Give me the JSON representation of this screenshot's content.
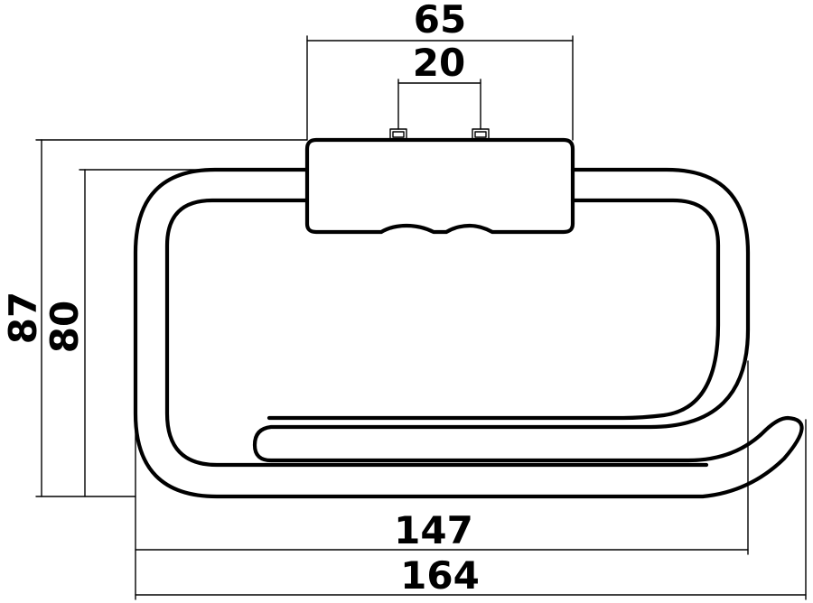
{
  "drawing": {
    "line_color": "#000000",
    "background_color": "#ffffff"
  },
  "dimensions": {
    "mount_width": "65",
    "hole_spacing": "20",
    "total_height": "87",
    "ring_height": "80",
    "ring_width": "147",
    "total_width": "164"
  }
}
